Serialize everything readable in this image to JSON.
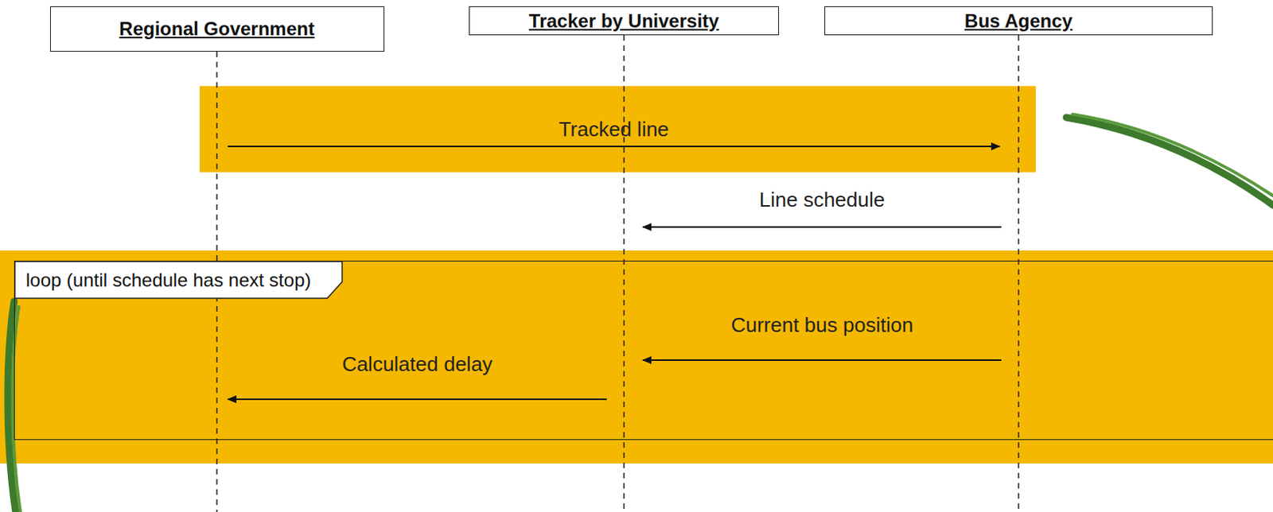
{
  "diagram": {
    "nodes": [
      {
        "text": [
          "Regional Government"
        ]
      },
      {
        "text": [
          "Tracker by University"
        ]
      },
      {
        "text": [
          "Bus Agency"
        ]
      },
      {
        "text": [
          "loop (until schedule has next stop)"
        ]
      }
    ],
    "edges": [
      {
        "from": 0,
        "to": 2,
        "label": "Tracked line",
        "arrow": "to"
      },
      {
        "from": 2,
        "to": 1,
        "label": "Line schedule",
        "arrow": "to"
      },
      {
        "from": 2,
        "to": 1,
        "label": "Current bus position",
        "arrow": "to"
      },
      {
        "from": 1,
        "to": 0,
        "label": "Calculated delay",
        "arrow": "to"
      }
    ]
  }
}
